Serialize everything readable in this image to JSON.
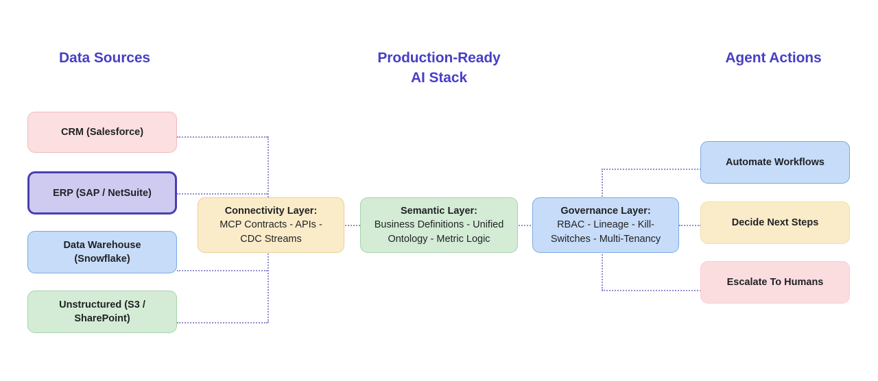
{
  "diagram": {
    "title_left": "Data Sources",
    "title_center_line1": "Production-Ready",
    "title_center_line2": "AI Stack",
    "title_right": "Agent Actions",
    "accent_color": "#4840c4",
    "connector_color": "#8d8ccd"
  },
  "data_sources": [
    {
      "label": "CRM (Salesforce)",
      "fill": "#fbdfe1",
      "border": "#f2b9bd",
      "highlighted": false
    },
    {
      "label": "ERP (SAP / NetSuite)",
      "fill": "#cfcaf0",
      "border": "#4a3fb0",
      "highlighted": true
    },
    {
      "label": "Data Warehouse (Snowflake)",
      "fill": "#c7dcf8",
      "border": "#7aa8e3",
      "highlighted": false
    },
    {
      "label": "Unstructured (S3 / SharePoint)",
      "fill": "#d4ecd5",
      "border": "#a6d3aa",
      "highlighted": false
    }
  ],
  "data_sources_lines": {
    "crm": {
      "l1": "CRM (Salesforce)",
      "l2": ""
    },
    "erp": {
      "l1": "ERP (SAP / NetSuite)",
      "l2": ""
    },
    "dwh": {
      "l1": "Data Warehouse",
      "l2": "(Snowflake)"
    },
    "unstr": {
      "l1": "Unstructured (S3 /",
      "l2": "SharePoint)"
    }
  },
  "stack_layers": [
    {
      "title": "Connectivity Layer:",
      "desc_line1": "MCP Contracts - APIs -",
      "desc_line2": "CDC Streams",
      "fill": "#fbecc9",
      "border": "#e8cf96"
    },
    {
      "title": "Semantic Layer:",
      "desc_line1": "Business Definitions - Unified",
      "desc_line2": "Ontology - Metric Logic",
      "fill": "#d4ecd5",
      "border": "#a6d3aa"
    },
    {
      "title": "Governance Layer:",
      "desc_line1": "RBAC - Lineage - Kill-",
      "desc_line2": "Switches - Multi-Tenancy",
      "fill": "#c7dcf8",
      "border": "#7aa8e3"
    }
  ],
  "agent_actions": [
    {
      "label": "Automate Workflows",
      "fill": "#c7dcf8",
      "border": "#7aa8e3"
    },
    {
      "label": "Decide Next Steps",
      "fill": "#fbecc9",
      "border": "#f0dca8"
    },
    {
      "label": "Escalate To Humans",
      "fill": "#fbdde0",
      "border": "#f7cdd1"
    }
  ]
}
